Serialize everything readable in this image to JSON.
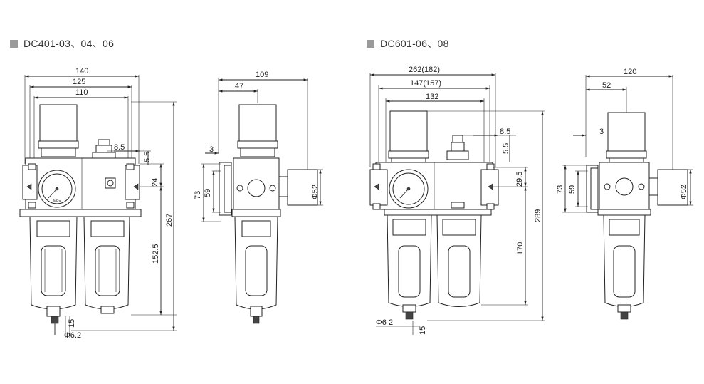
{
  "captions": {
    "left": "DC401-03、04、06",
    "right": "DC601-06、08"
  },
  "dims": {
    "l_140": "140",
    "l_125": "125",
    "l_110": "110",
    "l_8_5": "8.5",
    "l_5_5": "5.5",
    "l_24": "24",
    "l_267": "267",
    "l_152_5": "152.5",
    "l_15": "15",
    "l_phi6_2": "Φ6.2",
    "l_109": "109",
    "l_47": "47",
    "l_3": "3",
    "l_73": "73",
    "l_59": "59",
    "l_phi52": "Φ52",
    "r_262": "262(182)",
    "r_147": "147(157)",
    "r_132": "132",
    "r_8_5": "8.5",
    "r_5_5": "5.5",
    "r_29_5": "29.5",
    "r_289": "289",
    "r_170": "170",
    "r_phi6_2": "Φ6 2",
    "r_15": "15",
    "r_120": "120",
    "r_52": "52",
    "r_3": "3",
    "r_73": "73",
    "r_59": "59",
    "r_phi52": "Φ52"
  },
  "gauge": {
    "unit": "MPa"
  }
}
